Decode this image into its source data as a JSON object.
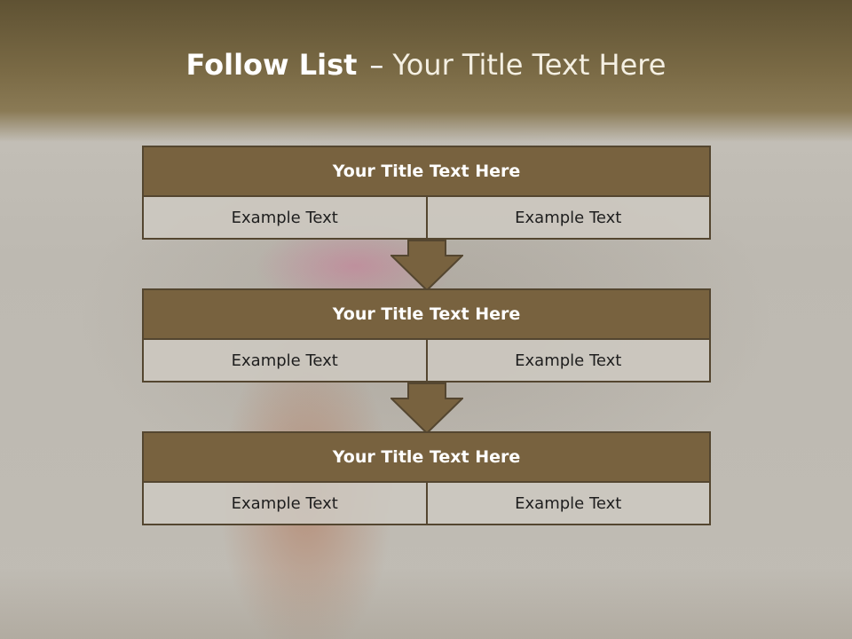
{
  "title": {
    "strong": "Follow List",
    "dash": "–",
    "rest": "Your Title Text Here"
  },
  "blocks": [
    {
      "title": "Your Title Text Here",
      "cells": [
        "Example Text",
        "Example Text"
      ]
    },
    {
      "title": "Your Title Text Here",
      "cells": [
        "Example Text",
        "Example Text"
      ]
    },
    {
      "title": "Your Title Text Here",
      "cells": [
        "Example Text",
        "Example Text"
      ]
    }
  ],
  "colors": {
    "title_bar": "#78623f",
    "border": "#544630",
    "cell_fill": "#cdc8c0",
    "header_band": "#7a6a45"
  }
}
